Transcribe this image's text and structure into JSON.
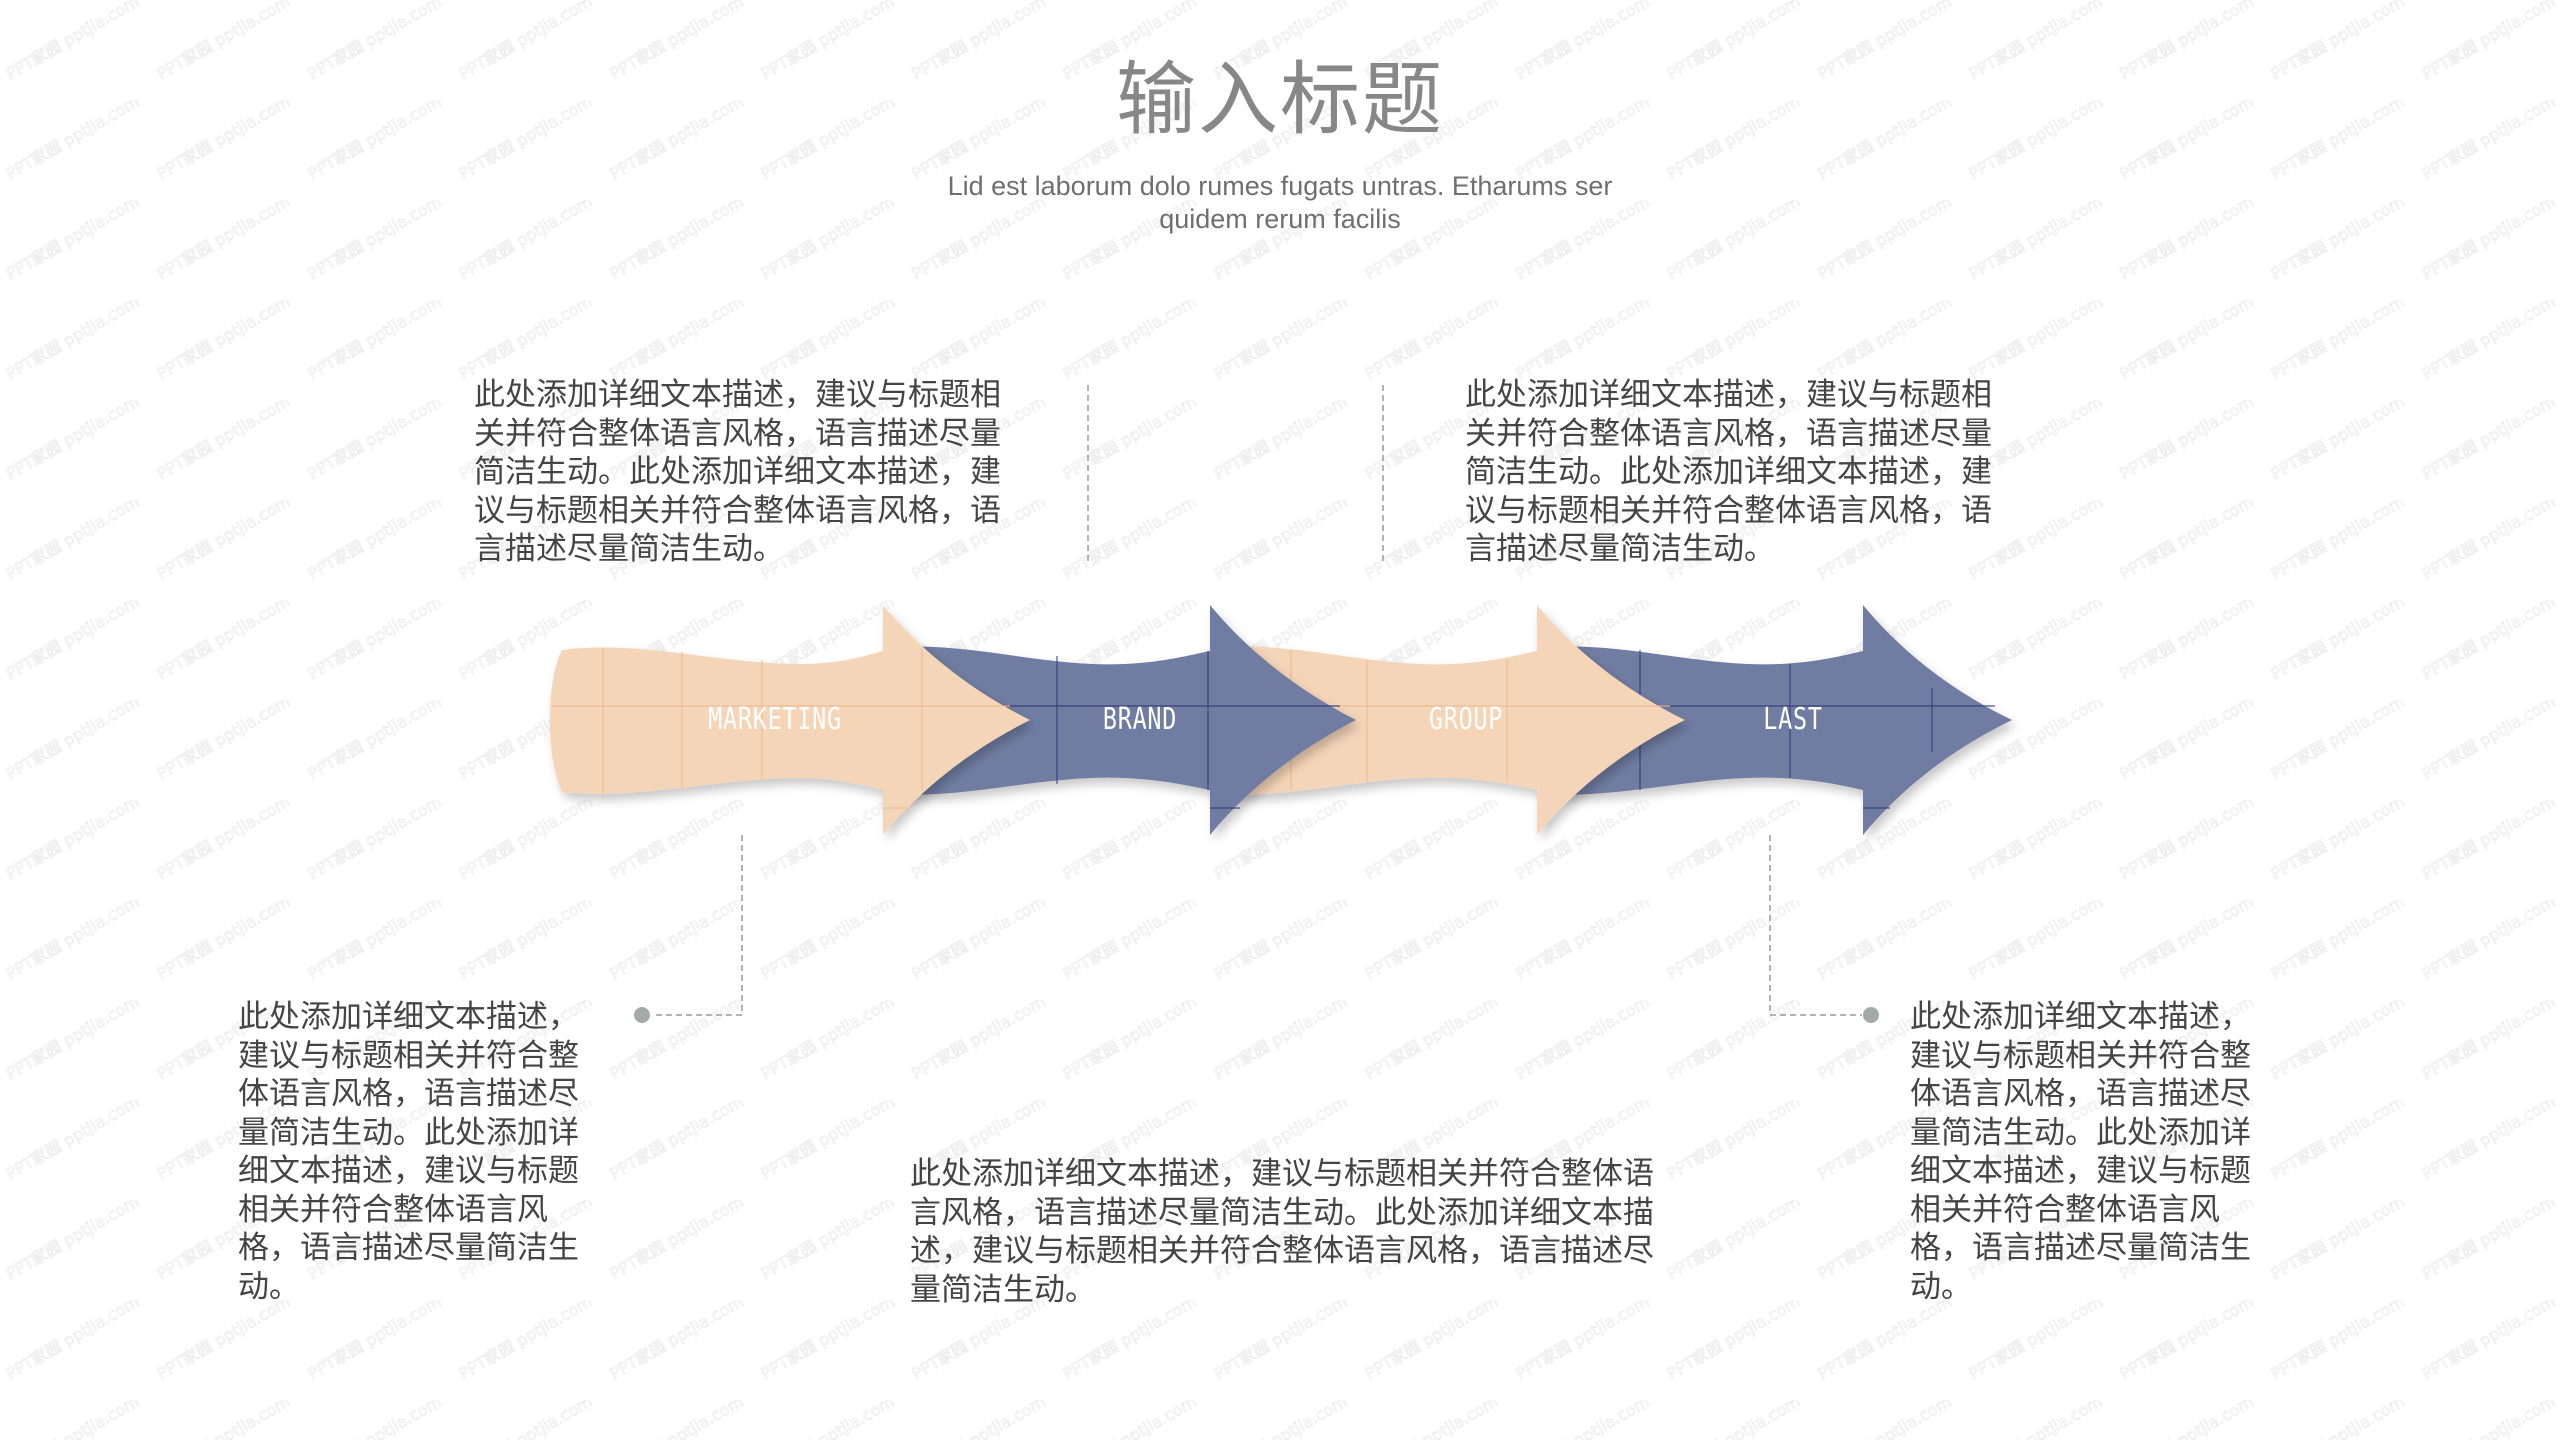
{
  "header": {
    "title": "输入标题",
    "subtitle": "Lid est laborum dolo rumes fugats untras. Etharums ser quidem rerum facilis"
  },
  "arrows": [
    {
      "label": "MARKETING",
      "color": "#F5D5B8",
      "gridline": "#EDBB92"
    },
    {
      "label": "BRAND",
      "color": "#717BA2",
      "gridline": "#2E3A7A"
    },
    {
      "label": "GROUP",
      "color": "#F5D5B8",
      "gridline": "#EDBB92"
    },
    {
      "label": "LAST",
      "color": "#717BA2",
      "gridline": "#2E3A7A"
    }
  ],
  "descriptions": {
    "top_left": "此处添加详细文本描述，建议与标题相关并符合整体语言风格，语言描述尽量简洁生动。此处添加详细文本描述，建议与标题相关并符合整体语言风格，语言描述尽量简洁生动。",
    "top_right": "此处添加详细文本描述，建议与标题相关并符合整体语言风格，语言描述尽量简洁生动。此处添加详细文本描述，建议与标题相关并符合整体语言风格，语言描述尽量简洁生动。",
    "bottom_left": "此处添加详细文本描述，建议与标题相关并符合整体语言风格，语言描述尽量简洁生动。此处添加详细文本描述，建议与标题相关并符合整体语言风格，语言描述尽量简洁生动。",
    "bottom_center": "此处添加详细文本描述，建议与标题相关并符合整体语言风格，语言描述尽量简洁生动。此处添加详细文本描述，建议与标题相关并符合整体语言风格，语言描述尽量简洁生动。",
    "bottom_right": "此处添加详细文本描述，建议与标题相关并符合整体语言风格，语言描述尽量简洁生动。此处添加详细文本描述，建议与标题相关并符合整体语言风格，语言描述尽量简洁生动。"
  },
  "colors": {
    "peach": "#F5D5B8",
    "purple": "#717BA2",
    "connector": "#9A9A9A",
    "dot": "#A4AAAA",
    "title": "#878787",
    "body_text": "#444444"
  },
  "watermark": {
    "text": "PPT家园 pptjia.com"
  }
}
